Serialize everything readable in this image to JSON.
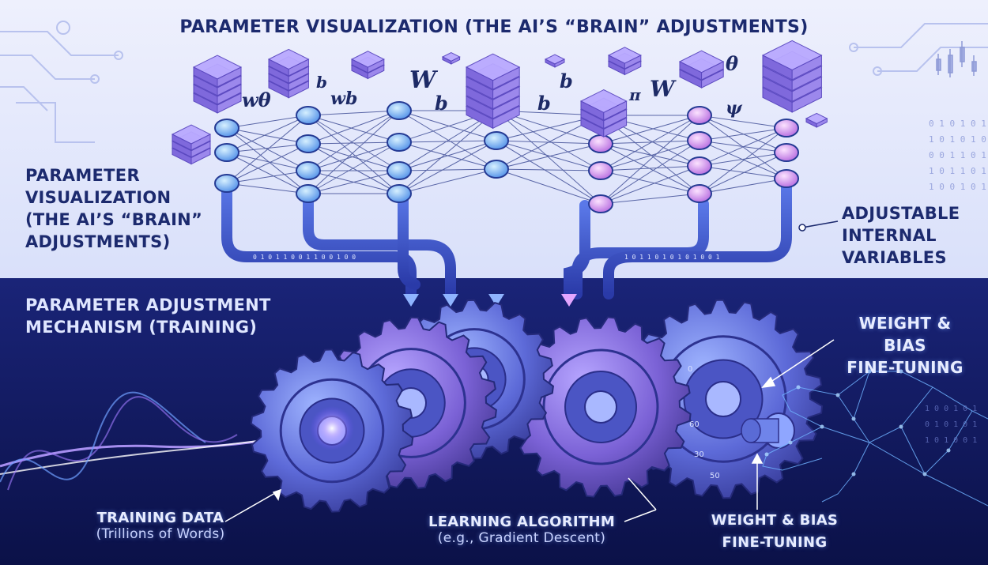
{
  "header": {
    "title": "PARAMETER VISUALIZATION (THE AI’S “BRAIN” ADJUSTMENTS)"
  },
  "left_top_label": {
    "line1": "PARAMETER",
    "line2": "VISUALIZATION",
    "line3": "(THE AI’S “BRAIN”",
    "line4": "ADJUSTMENTS)"
  },
  "right_top_label": {
    "line1": "ADJUSTABLE",
    "line2": "INTERNAL",
    "line3": "VARIABLES"
  },
  "left_bottom_label": {
    "line1": "PARAMETER ADJUSTMENT",
    "line2": "MECHANISM (TRAINING)"
  },
  "right_bottom_label": {
    "line1": "WEIGHT & BIAS",
    "line2": "FINE-TUNING"
  },
  "training_label": {
    "title": "TRAINING DATA",
    "subtitle": "(Trillions of Words)"
  },
  "learning_label": {
    "title": "LEARNING ALGORITHM",
    "subtitle": "(e.g., Gradient Descent)"
  },
  "weight_bottom_label": {
    "line1": "WEIGHT & BIAS",
    "line2": "FINE-TUNING"
  },
  "symbols": {
    "w_theta": "wθ",
    "b1": "b",
    "w_b": "wb",
    "W1": "W",
    "b2": "b",
    "b3": "b",
    "b4": "b",
    "pi": "π",
    "W2": "W",
    "theta": "θ",
    "psi": "ψ"
  },
  "code_streams": {
    "left": "0 1 0 1 1 0 0 1 1 0 0 1 0 0",
    "right": "1 0 1 1 0 1 0 1 0 1 0 0 1"
  },
  "colors": {
    "top_bg": "#dfe5fb",
    "bottom_bg": "#141c66",
    "node_blue": "#7fb6ff",
    "node_pink": "#e39df5",
    "gear": "#6a78e6",
    "beam": "#c8a8ff"
  }
}
